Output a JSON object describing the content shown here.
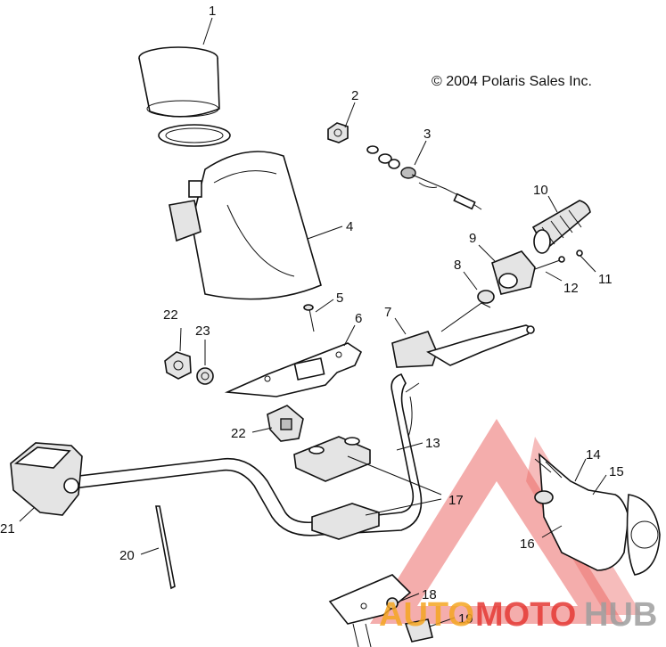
{
  "copyright": "© 2004 Polaris Sales Inc.",
  "callouts": [
    "1",
    "2",
    "3",
    "4",
    "5",
    "6",
    "7",
    "8",
    "9",
    "10",
    "11",
    "12",
    "13",
    "14",
    "15",
    "16",
    "17",
    "18",
    "19",
    "20",
    "21",
    "22",
    "22",
    "23"
  ],
  "watermark": {
    "text_left": "AUTO",
    "text_mid": "MOTO",
    "text_right": "HUB",
    "color_red": "#e53935",
    "color_orange": "#f5a623",
    "color_gray": "#9e9e9e"
  }
}
